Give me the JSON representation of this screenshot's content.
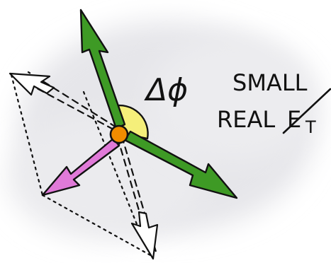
{
  "labels": {
    "angle_label": "Δϕ",
    "caption_line1": "SMALL",
    "caption_line2_word": "REAL",
    "caption_line2_symbol": "E",
    "caption_line2_subscript": "T"
  },
  "colors": {
    "jet_arrow": "#3e9a25",
    "met_arrow": "#e07ad8",
    "vertex": "#f08c00",
    "angle_wedge": "#f5ef7a",
    "ink": "#111111",
    "background_wash": "#e9e9ec"
  },
  "icons": {
    "vertex": "orange-dot-icon",
    "angle": "angle-wedge-icon"
  }
}
